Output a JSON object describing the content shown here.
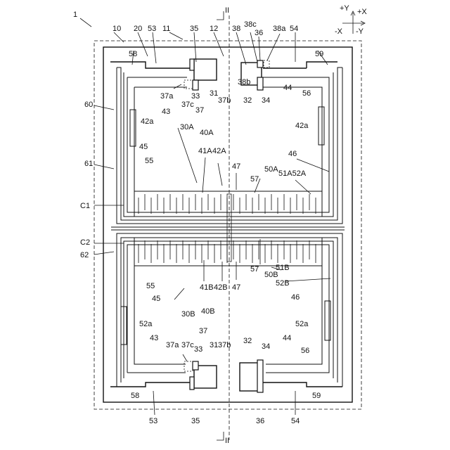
{
  "figure": {
    "figure_label": "1",
    "section_marks": [
      "II",
      "II"
    ]
  },
  "axes": {
    "plus_y": "+Y",
    "plus_x": "+X",
    "minus_x": "-X",
    "minus_y": "-Y"
  },
  "labels": {
    "n10": "10",
    "n20": "20",
    "n53_top": "53",
    "n11": "11",
    "n35_top": "35",
    "n12": "12",
    "n38": "38",
    "n38c": "38c",
    "n36": "36",
    "n38a": "38a",
    "n54_top": "54",
    "n58_top": "58",
    "n59_top": "59",
    "n60": "60",
    "n37a_top": "37a",
    "n43_top": "43",
    "n37c_top": "37c",
    "n33_top": "33",
    "n37_top": "37",
    "n31_top": "31",
    "n37b_top": "37b",
    "n38b": "38b",
    "n32_top": "32",
    "n34_top": "34",
    "n44_top": "44",
    "n56_top": "56",
    "n42a_left_top": "42a",
    "n42a_right_top": "42a",
    "n30A": "30A",
    "n40A": "40A",
    "n45_top": "45",
    "n55_top": "55",
    "n41A": "41A",
    "n42A": "42A",
    "n46_top": "46",
    "n61": "61",
    "n47_top": "47",
    "n50A": "50A",
    "n57_top": "57",
    "n51A52A": "51A52A",
    "nC1": "C1",
    "nC2": "C2",
    "n62": "62",
    "n55_bot": "55",
    "n45_bot": "45",
    "n41B": "41B",
    "n42B": "42B",
    "n47_bot": "47",
    "n57_bot": "57",
    "n50B": "50B",
    "n51B": "51B",
    "n52B": "52B",
    "n46_bot": "46",
    "n30B": "30B",
    "n40B": "40B",
    "n52a_left": "52a",
    "n52a_right": "52a",
    "n43_bot": "43",
    "n44_bot": "44",
    "n56_bot": "56",
    "n37_bot": "37",
    "n37a_bot": "37a",
    "n37c_bot": "37c",
    "n33_bot": "33",
    "n31_bot": "31",
    "n37b_bot": "37b",
    "n32_bot": "32",
    "n34_bot": "34",
    "n58_bot": "58",
    "n59_bot": "59",
    "n53_bot": "53",
    "n35_bot": "35",
    "n36_bot": "36",
    "n54_bot": "54"
  }
}
